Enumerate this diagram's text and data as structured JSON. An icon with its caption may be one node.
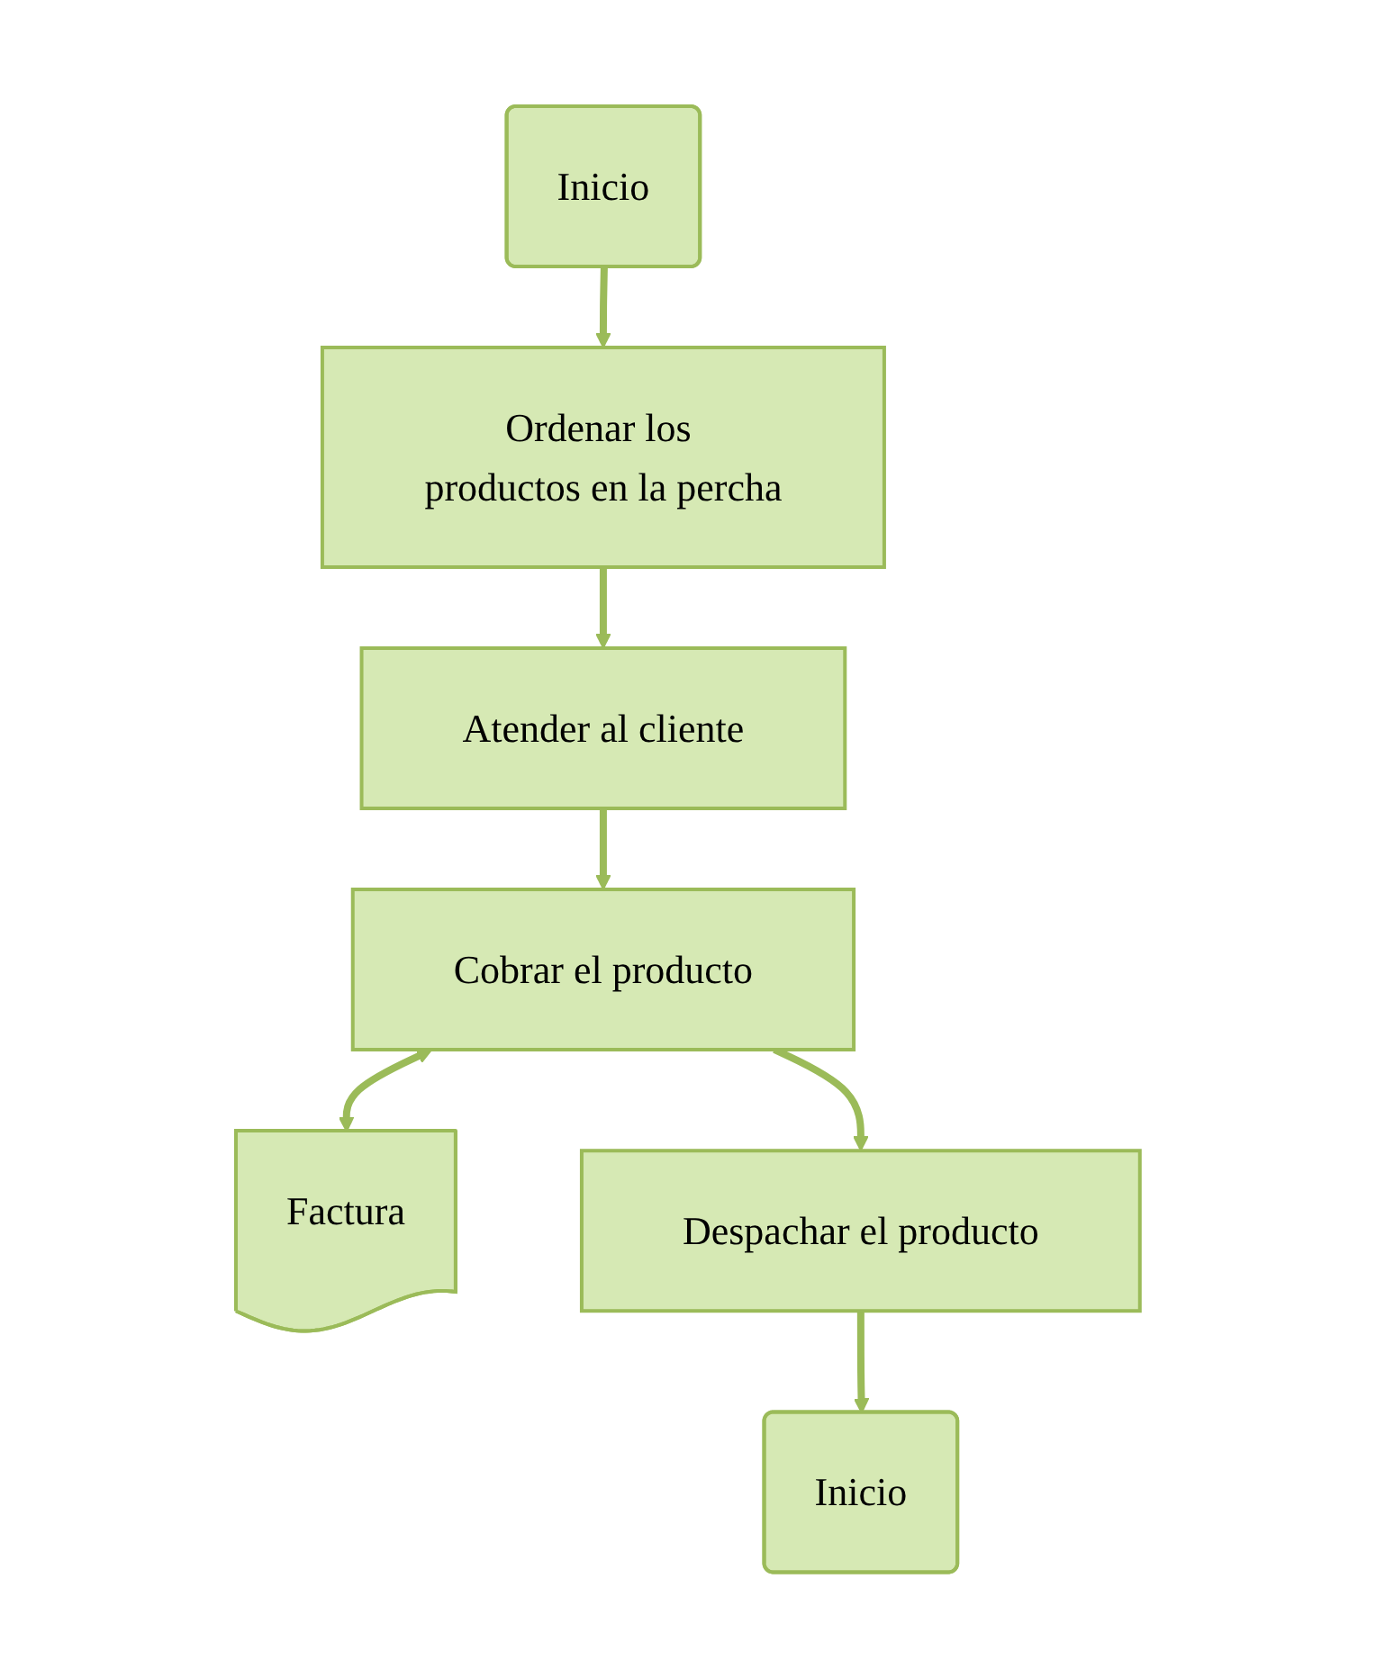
{
  "diagram": {
    "nodes": [
      {
        "text": [
          "Inicio"
        ]
      },
      {
        "text": [
          "Ordenar los productos en la percha"
        ]
      },
      {
        "text": [
          "Atender al cliente"
        ]
      },
      {
        "text": [
          "Cobrar el producto"
        ]
      },
      {
        "text": [
          "Factura"
        ]
      },
      {
        "text": [
          "Despachar el producto"
        ]
      },
      {
        "text": [
          "Inicio"
        ]
      }
    ],
    "edges": [
      {
        "from": 0,
        "to": 1,
        "arrow": "to"
      },
      {
        "from": 1,
        "to": 2,
        "arrow": "to"
      },
      {
        "from": 2,
        "to": 3,
        "arrow": "to"
      },
      {
        "from": 3,
        "to": 4,
        "arrow": "both"
      },
      {
        "from": 3,
        "to": 5,
        "arrow": "to"
      },
      {
        "from": 5,
        "to": 6,
        "arrow": "to"
      }
    ]
  }
}
